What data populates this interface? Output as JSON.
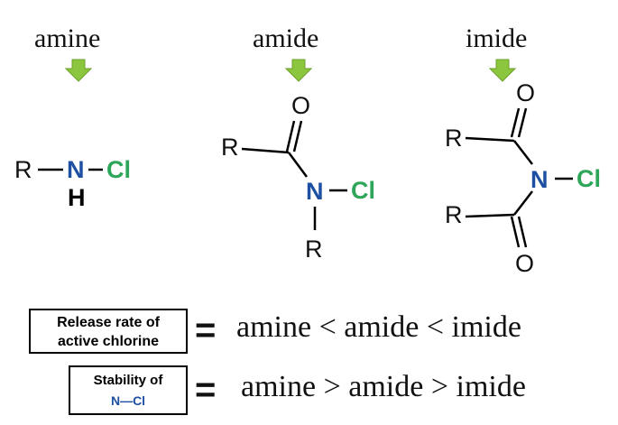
{
  "headings": {
    "amine": "amine",
    "amide": "amide",
    "imide": "imide"
  },
  "atoms": {
    "R": "R",
    "N": "N",
    "Cl": "Cl",
    "H": "H",
    "O": "O",
    "bond_dash": "—"
  },
  "comparisons": {
    "release_box_line1": "Release rate of",
    "release_box_line2": "active chlorine",
    "release_relation": "amine < amide < imide",
    "stability_box_line1": "Stability of",
    "stability_box_n": "N",
    "stability_box_dash": "—",
    "stability_box_cl": "Cl",
    "stability_relation": "amine > amide > imide",
    "equals": "="
  },
  "colors": {
    "nitrogen": "#1d4fa3",
    "chlorine": "#2da65a",
    "arrow": "#8cc63f"
  }
}
